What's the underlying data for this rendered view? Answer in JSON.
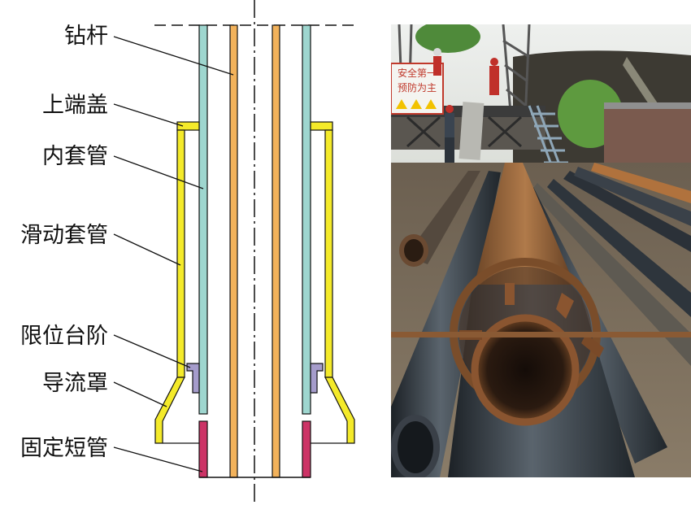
{
  "labels": {
    "drill_rod": "钻杆",
    "upper_cap": "上端盖",
    "inner_casing": "内套管",
    "sliding_casing": "滑动套管",
    "limit_step": "限位台阶",
    "flow_guide": "导流罩",
    "fixed_short_pipe": "固定短管"
  },
  "photo": {
    "sign_line1": "安全第一",
    "sign_line2": "预防为主"
  },
  "colors": {
    "drill_rod": "#f2b25b",
    "inner_casing": "#9ed6cf",
    "sliding_casing": "#f4ea2a",
    "limit_step": "#a59ccb",
    "fixed_short_pipe": "#cc3366",
    "line": "#111111"
  }
}
